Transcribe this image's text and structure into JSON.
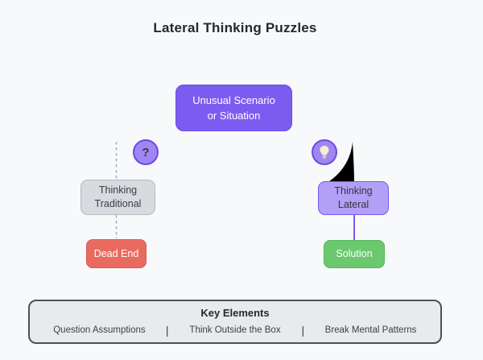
{
  "title": "Lateral Thinking Puzzles",
  "diagram": {
    "scenario": {
      "line1": "Unusual Scenario",
      "line2": "or Situation"
    },
    "question_mark": "?",
    "traditional": {
      "line1": "Thinking",
      "line2": "Traditional"
    },
    "lateral": {
      "line1": "Thinking",
      "line2": "Lateral"
    },
    "dead_end": "Dead End",
    "solution": "Solution"
  },
  "key_elements": {
    "title": "Key Elements",
    "items": [
      "Question Assumptions",
      "Think Outside the Box",
      "Break Mental Patterns"
    ],
    "separator": "|"
  },
  "colors": {
    "background": "#f8f9fb",
    "scenario_fill": "#7c5cf0",
    "icon_circle_fill": "#a185f3",
    "icon_circle_border": "#6a4ce0",
    "traditional_fill": "#d7dade",
    "lateral_fill": "#b1a0f6",
    "lateral_border": "#7a57ee",
    "dead_end_fill": "#e96b60",
    "solution_fill": "#6bc86e",
    "key_box_fill": "#e9eaee",
    "key_box_border": "#4c5158",
    "dashed_connector": "#a8abb0",
    "solid_connector": "#7a57ee",
    "curve_artifact": "#000000",
    "bulb_glyph": "#f4edd2"
  }
}
